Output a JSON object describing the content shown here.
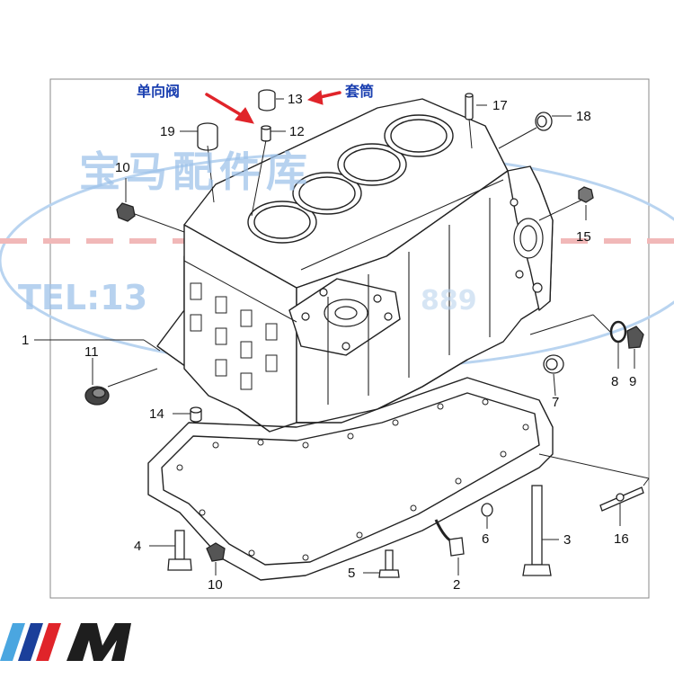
{
  "diagram": {
    "callouts": [
      "1",
      "2",
      "3",
      "4",
      "5",
      "6",
      "7",
      "8",
      "9",
      "10",
      "10",
      "11",
      "12",
      "13",
      "14",
      "15",
      "16",
      "17",
      "18",
      "19"
    ],
    "annotations": {
      "check_valve": "单向阀",
      "sleeve": "套筒"
    }
  },
  "watermark": {
    "brand": "宝马配件库",
    "phone": "TEL:13",
    "phone_tail": "889"
  },
  "logo": {
    "letter": "M"
  },
  "colors": {
    "annotation": "#1a3fb0",
    "arrow": "#e0242a",
    "line": "#222222",
    "watermark_blue": "#9fc3ea",
    "watermark_red": "#e38c8c",
    "logo_stripe_1": "#4aa6e0",
    "logo_stripe_2": "#1b3f9a",
    "logo_stripe_3": "#e0242a"
  }
}
